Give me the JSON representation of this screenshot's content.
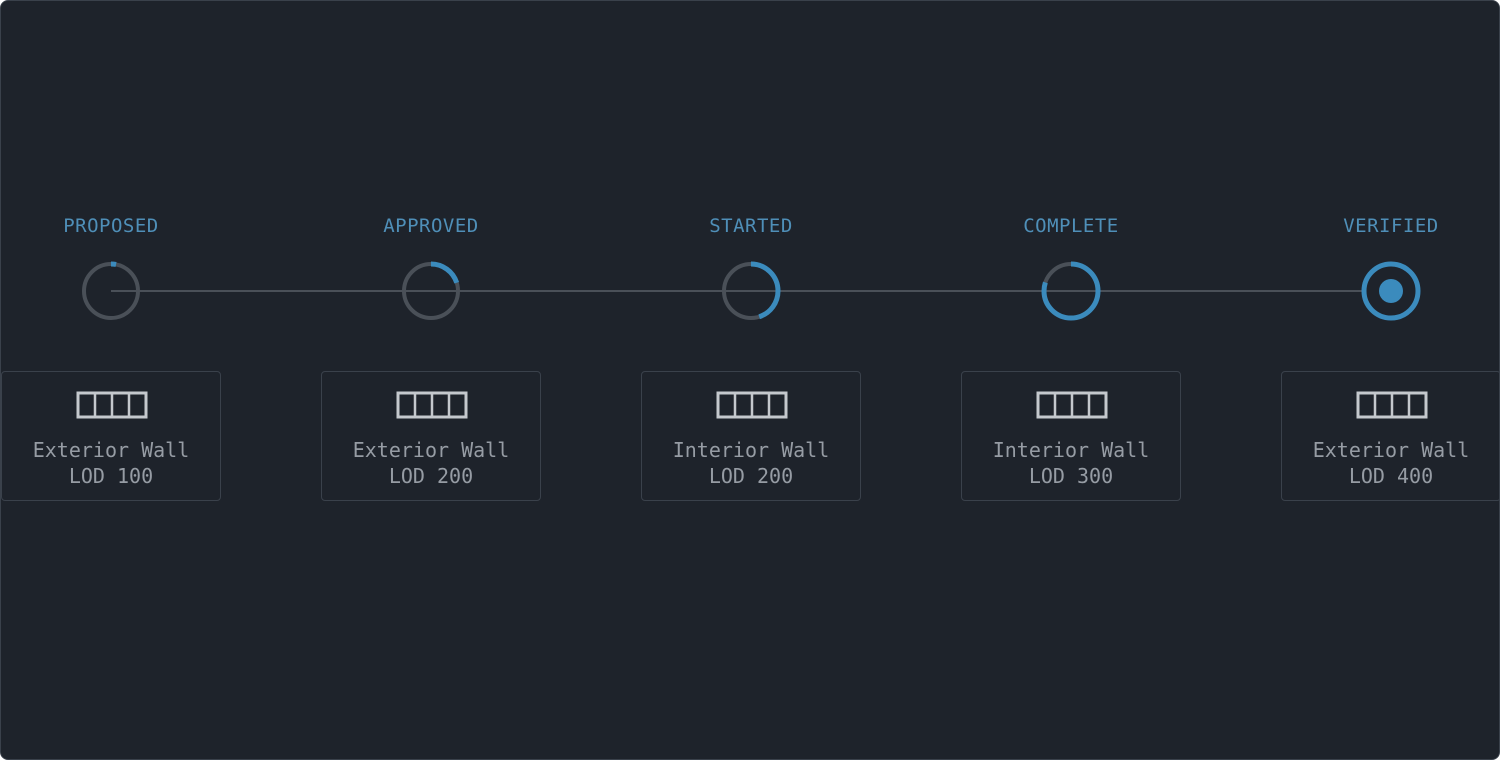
{
  "colors": {
    "background": "#1e232b",
    "border": "#3a414b",
    "connector": "#4a5058",
    "track": "#4a5058",
    "accent": "#3b8bbd",
    "label": "#4f8fb8",
    "card_text": "#969ca4",
    "icon": "#c4c8cd"
  },
  "stages": [
    {
      "label": "PROPOSED",
      "progress": 0.03,
      "icon": "wall-panel-icon",
      "element": "Exterior Wall",
      "lod": "LOD 100"
    },
    {
      "label": "APPROVED",
      "progress": 0.2,
      "icon": "wall-panel-icon",
      "element": "Exterior Wall",
      "lod": "LOD 200"
    },
    {
      "label": "STARTED",
      "progress": 0.45,
      "icon": "wall-panel-icon",
      "element": "Interior Wall",
      "lod": "LOD 200"
    },
    {
      "label": "COMPLETE",
      "progress": 0.8,
      "icon": "wall-panel-icon",
      "element": "Interior Wall",
      "lod": "LOD 300"
    },
    {
      "label": "VERIFIED",
      "progress": 1.0,
      "icon": "wall-panel-icon",
      "element": "Exterior Wall",
      "lod": "LOD 400"
    }
  ]
}
